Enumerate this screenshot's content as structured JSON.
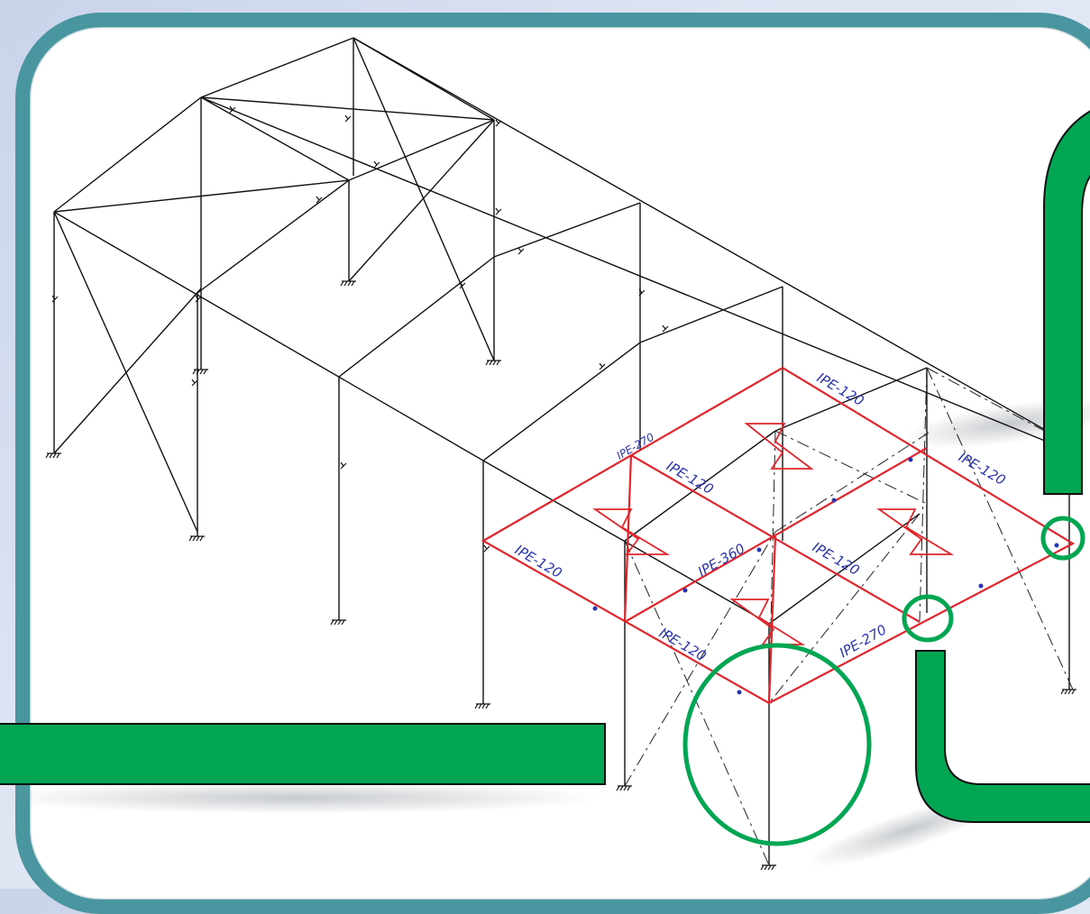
{
  "colors": {
    "frame_border": "#4a96a0",
    "structure_line": "#111111",
    "highlight_line": "#e0252b",
    "label_text": "#2a34b0",
    "annotation_green": "#00a651"
  },
  "member_labels": [
    "IPE-120",
    "IPE-270",
    "IPE-120",
    "IPE-120",
    "IPE-120",
    "IPE-360",
    "IPE-120",
    "IPE-120",
    "IPE-270"
  ],
  "icons": [
    "fixed-support-icon",
    "hinge-release-icon"
  ]
}
